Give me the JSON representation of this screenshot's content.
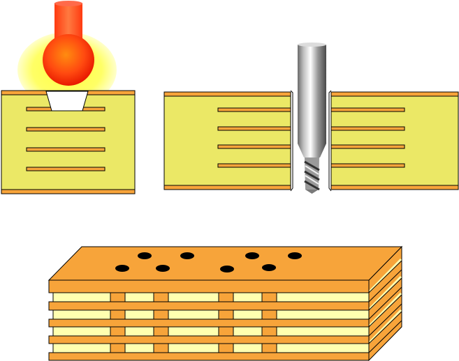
{
  "colors": {
    "board_fill": "#ebe866",
    "copper": "#f7a43a",
    "outline": "#000000",
    "laser_glow": "#ffff55",
    "laser_core": "#ff2200",
    "laser_beam": "#ff5030",
    "via_fill": "#ffffff",
    "stack_light": "#ffffb0",
    "drill_metal": "#b0b0b0",
    "hole": "#000000"
  },
  "panels": [
    {
      "id": "laser-drilling",
      "tool_icon": "laser-beam-icon",
      "internal_layers": 4,
      "via_shape": "tapered"
    },
    {
      "id": "mechanical-drilling",
      "tool_icon": "drill-bit-icon",
      "internal_layers": 4,
      "via_shape": "straight"
    },
    {
      "id": "multilayer-stack",
      "tool_icon": "none",
      "stacked_boards": 4,
      "visible_holes": 8
    }
  ]
}
